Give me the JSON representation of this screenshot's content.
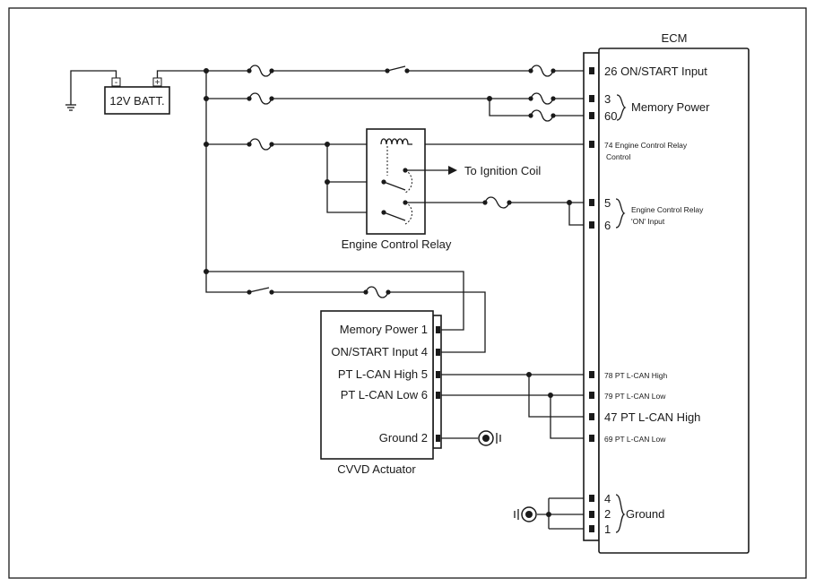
{
  "battery": {
    "label": "12V BATT.",
    "neg": "-",
    "pos": "+"
  },
  "ecm": {
    "title": "ECM",
    "pins": {
      "p26": "26 ON/START Input",
      "p3": "3",
      "p60": "60",
      "p74a": "74 Engine Control Relay",
      "p74b": "Control",
      "p5": "5",
      "p6": "6",
      "p78": "78  PT L-CAN High",
      "p79": "79  PT L-CAN Low",
      "p47": "47 PT L-CAN High",
      "p69": "69  PT L-CAN Low",
      "p4": "4",
      "p2": "2",
      "p1": "1"
    },
    "groups": {
      "memory_power": "Memory Power",
      "relay_on_a": "Engine Control Relay",
      "relay_on_b": "'ON' Input",
      "ground": "Ground"
    }
  },
  "relay": {
    "label": "Engine Control Relay",
    "ignition": "To Ignition Coil"
  },
  "cvvd": {
    "title": "CVVD Actuator",
    "pins": {
      "memory_power": "Memory Power 1",
      "on_start": "ON/START Input 4",
      "can_high": "PT L-CAN High 5",
      "can_low": "PT L-CAN Low 6",
      "ground": "Ground 2"
    }
  }
}
